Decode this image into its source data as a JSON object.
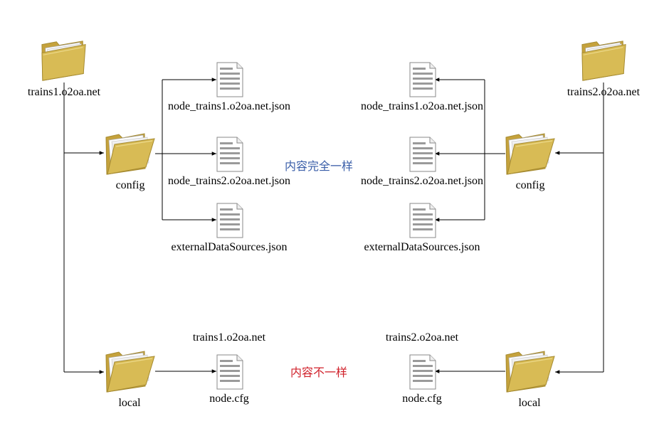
{
  "left": {
    "root_label": "trains1.o2oa.net",
    "config_label": "config",
    "local_label": "local",
    "config_files": [
      "node_trains1.o2oa.net.json",
      "node_trains2.o2oa.net.json",
      "externalDataSources.json"
    ],
    "local_header": "trains1.o2oa.net",
    "local_file": "node.cfg"
  },
  "right": {
    "root_label": "trains2.o2oa.net",
    "config_label": "config",
    "local_label": "local",
    "config_files": [
      "node_trains1.o2oa.net.json",
      "node_trains2.o2oa.net.json",
      "externalDataSources.json"
    ],
    "local_header": "trains2.o2oa.net",
    "local_file": "node.cfg"
  },
  "notes": {
    "same": "内容完全一样",
    "different": "内容不一样"
  },
  "colors": {
    "note_same": "#3a5ea8",
    "note_different": "#d0202a",
    "folder_front": "#d8bb55",
    "folder_back": "#c5a23c",
    "folder_edge": "#a58a30",
    "doc_line": "#9a9a9a"
  },
  "icons": {
    "folder": "folder-icon",
    "document": "document-icon"
  }
}
